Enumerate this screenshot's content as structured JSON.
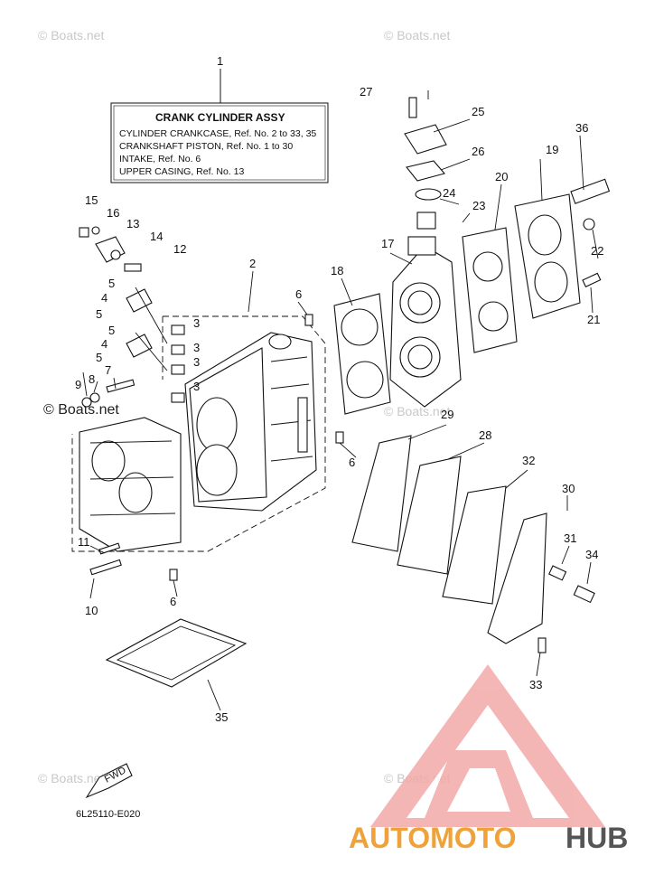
{
  "watermarks": [
    "© Boats.net",
    "© Boats.net",
    "© Boats.net",
    "© Boats.net",
    "© Boats.net",
    "© Boats.net"
  ],
  "assy_box": {
    "title": "CRANK CYLINDER ASSY",
    "lines": [
      "CYLINDER CRANKCASE,  Ref. No. 2 to 33, 35",
      "CRANKSHAFT PISTON,  Ref. No. 1 to 30",
      "INTAKE,  Ref. No. 6",
      "UPPER CASING,  Ref. No. 13"
    ]
  },
  "callouts": {
    "c1": "1",
    "c2": "2",
    "c3a": "3",
    "c3b": "3",
    "c3c": "3",
    "c3d": "3",
    "c4a": "4",
    "c4b": "4",
    "c5a": "5",
    "c5b": "5",
    "c5c": "5",
    "c5d": "5",
    "c6a": "6",
    "c6b": "6",
    "c6c": "6",
    "c7": "7",
    "c8": "8",
    "c9": "9",
    "c10": "10",
    "c11": "11",
    "c12": "12",
    "c13": "13",
    "c14": "14",
    "c15": "15",
    "c16": "16",
    "c17": "17",
    "c18": "18",
    "c19": "19",
    "c20": "20",
    "c21": "21",
    "c22": "22",
    "c23": "23",
    "c24": "24",
    "c25": "25",
    "c26": "26",
    "c27": "27",
    "c28": "28",
    "c29": "29",
    "c30": "30",
    "c31": "31",
    "c32": "32",
    "c33": "33",
    "c34": "34",
    "c35": "35",
    "c36": "36"
  },
  "fwd_label": "FWD",
  "diagram_code": "6L25110-E020",
  "brand": {
    "part1": "AUTOMOTO",
    "part2": "HUB"
  },
  "colors": {
    "logo_red": "#e83a3a",
    "logo_orange": "#f0a23a",
    "logo_gray": "#555555"
  }
}
